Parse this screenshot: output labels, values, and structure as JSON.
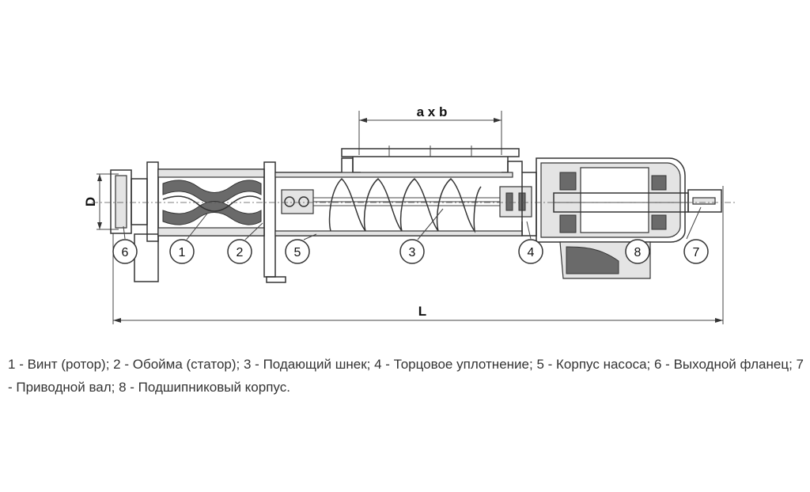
{
  "dimensions": {
    "inlet": "a x b",
    "diameter": "D",
    "length": "L"
  },
  "callouts": [
    {
      "number": "6"
    },
    {
      "number": "1"
    },
    {
      "number": "2"
    },
    {
      "number": "5"
    },
    {
      "number": "3"
    },
    {
      "number": "4"
    },
    {
      "number": "8"
    },
    {
      "number": "7"
    }
  ],
  "caption": {
    "text": "1 - Винт (ротор); 2 - Обойма (статор); 3 - Подающий шнек; 4 - Торцовое уплотнение; 5 - Корпус насоса; 6 - Выходной фланец; 7 - Приводной вал; 8 - Подшипниковый корпус."
  },
  "colors": {
    "line": "#333333",
    "fill_light": "#e4e4e4",
    "fill_dark": "#6a6a6a",
    "text": "#333333"
  }
}
